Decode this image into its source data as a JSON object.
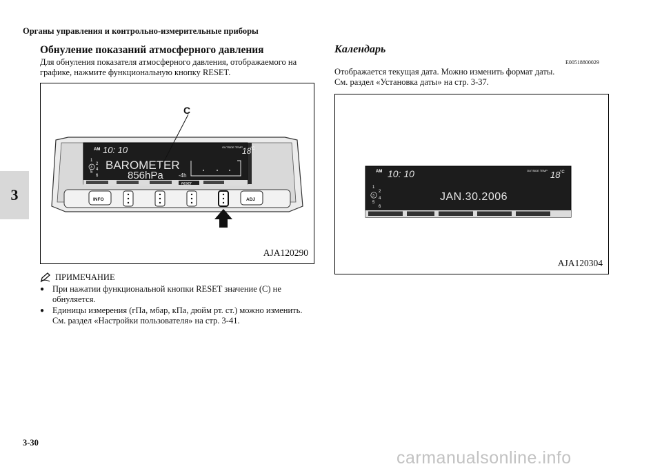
{
  "header": {
    "title": "Органы управления и контрольно-измерительные приборы"
  },
  "chapter_tab": "3",
  "left": {
    "heading": "Обнуление показаний атмосферного давления",
    "paragraph": "Для обнуления показателя атмосферного давления, отображаемого на графике, нажмите функциональную кнопку RESET.",
    "figure": {
      "code": "AJA120290",
      "callout": "C",
      "display": {
        "am": "AM",
        "time": "10: 10",
        "outside_label": "OUTSIDE TEMP",
        "temp": "18",
        "temp_unit": "°C",
        "main_line1": "BAROMETER",
        "main_line2": "856hPa",
        "graph_label": "-4h",
        "reset_label": "RESET",
        "gear_1": "1",
        "gear_2": "2",
        "gear_3": "3",
        "gear_4": "4",
        "gear_5": "5",
        "gear_6": "6"
      },
      "buttons": {
        "info": "INFO",
        "adj": "ADJ"
      }
    },
    "note": {
      "title": "ПРИМЕЧАНИЕ",
      "items": [
        {
          "text": "При нажатии функциональной кнопки RESET значение (C) не обнуляется."
        },
        {
          "text": "Единицы измерения (гПа, мбар, кПа, дюйм рт. ст.) можно изменить.",
          "ref": "См. раздел «Настройки пользователя» на стр. 3-41."
        }
      ]
    }
  },
  "right": {
    "heading": "Календарь",
    "code": "E00518800029",
    "paragraph_line1": "Отображается текущая дата. Можно изменить формат даты.",
    "paragraph_line2": "См. раздел «Установка даты» на стр. 3-37.",
    "figure": {
      "code": "AJA120304",
      "display": {
        "am": "AM",
        "time": "10: 10",
        "outside_label": "OUTSIDE TEMP",
        "temp": "18",
        "temp_unit": "°C",
        "date": "JAN.30.2006",
        "gear_1": "1",
        "gear_2": "2",
        "gear_3": "3",
        "gear_4": "4",
        "gear_5": "5",
        "gear_6": "6"
      }
    }
  },
  "page_number": "3-30",
  "watermark": "carmanualsonline.info"
}
